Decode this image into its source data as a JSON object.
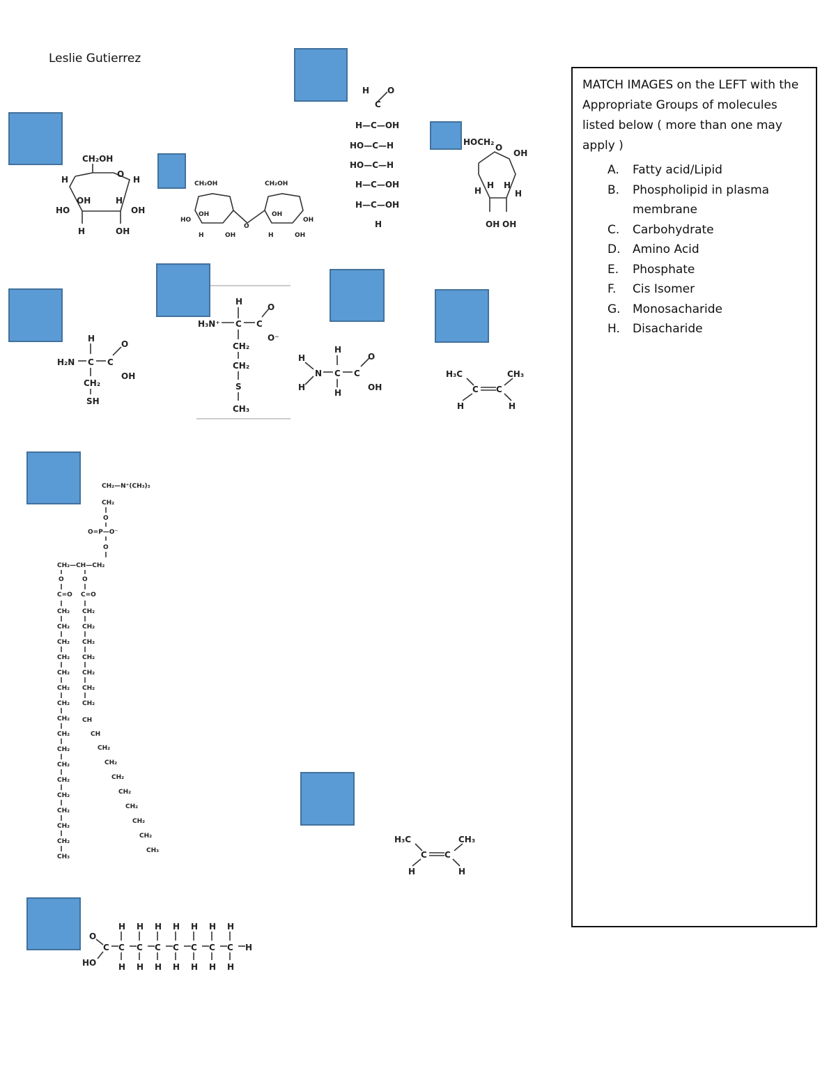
{
  "author": "Leslie Gutierrez",
  "panel": {
    "instructions": "MATCH IMAGES on the LEFT with the Appropriate Groups of molecules listed below ( more than one may apply )",
    "options": [
      {
        "letter": "A.",
        "text": "Fatty acid/Lipid"
      },
      {
        "letter": "B.",
        "text": "Phospholipid in plasma membrane"
      },
      {
        "letter": "C.",
        "text": "Carbohydrate"
      },
      {
        "letter": "D.",
        "text": "Amino Acid"
      },
      {
        "letter": "E.",
        "text": "Phosphate"
      },
      {
        "letter": "F.",
        "text": "Cis Isomer"
      },
      {
        "letter": "G.",
        "text": "Monosacharide"
      },
      {
        "letter": "H.",
        "text": "Disacharide"
      }
    ]
  },
  "box_color": "#5b9bd5",
  "labels": {
    "ch2oh": "CH₂OH",
    "h": "H",
    "o": "O",
    "oh": "OH",
    "ho": "HO",
    "hoch2": "HOCH₂",
    "h2n": "H₂N",
    "h3n": "H₃N⁺",
    "ch2": "CH₂",
    "ch3": "CH₃",
    "h3c": "H₃C",
    "sh": "SH",
    "s": "S",
    "c": "C",
    "ominus": "O⁻",
    "n": "N",
    "cho_line": "H—C—OH",
    "hoc_line": "HO—C—H",
    "choline": "CH₂—N⁺(CH₃)₃",
    "phosphate": "O=P—O⁻",
    "glycerol": "CH₂—CH—CH₂",
    "co": "C=O",
    "ch": "CH"
  }
}
